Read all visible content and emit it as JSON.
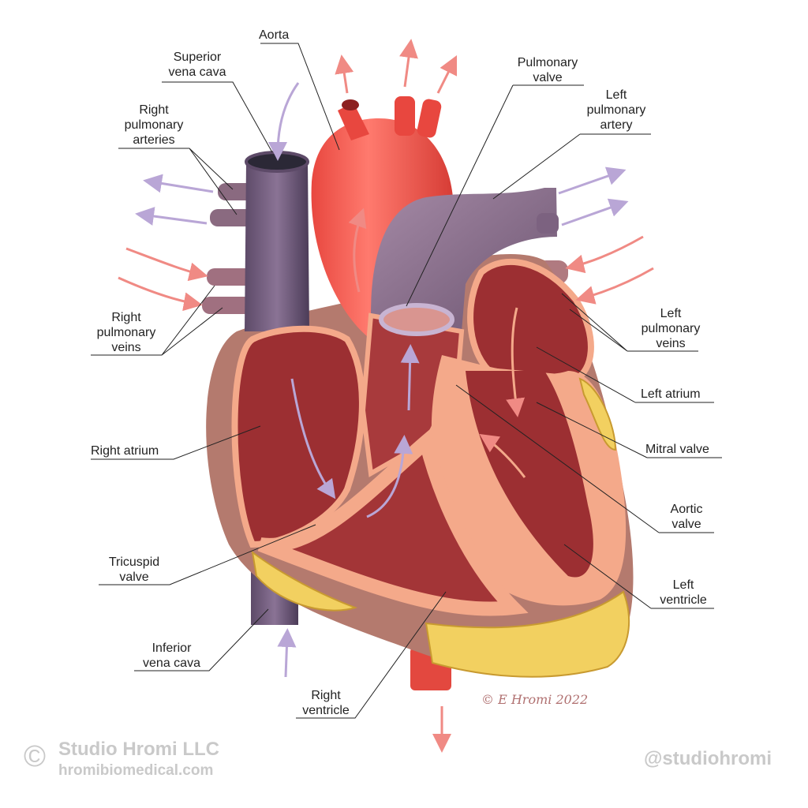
{
  "labels": {
    "aorta": "Aorta",
    "superior_vena_cava": [
      "Superior",
      "vena cava"
    ],
    "right_pulmonary_arteries": [
      "Right",
      "pulmonary",
      "arteries"
    ],
    "pulmonary_valve": [
      "Pulmonary",
      "valve"
    ],
    "left_pulmonary_artery": [
      "Left",
      "pulmonary",
      "artery"
    ],
    "right_pulmonary_veins": [
      "Right",
      "pulmonary",
      "veins"
    ],
    "left_pulmonary_veins": [
      "Left",
      "pulmonary",
      "veins"
    ],
    "left_atrium": "Left atrium",
    "mitral_valve": "Mitral valve",
    "aortic_valve": [
      "Aortic",
      "valve"
    ],
    "left_ventricle": [
      "Left",
      "ventricle"
    ],
    "right_atrium": "Right atrium",
    "tricuspid_valve": [
      "Tricuspid",
      "valve"
    ],
    "inferior_vena_cava": [
      "Inferior",
      "vena cava"
    ],
    "right_ventricle": [
      "Right",
      "ventricle"
    ]
  },
  "watermark": {
    "copyright": "©",
    "studio": "Studio Hromi LLC",
    "website": "hromibiomedical.com",
    "handle": "@studiohromi",
    "signature": "© E Hromi 2022"
  },
  "colors": {
    "oxygenated": "#f0645a",
    "deoxygenated": "#6e5a78",
    "muscle": "#f4a98a",
    "chamber": "#9c2f32",
    "fat": "#f2d060",
    "arrow_blue": "#b9a6d6",
    "arrow_red": "#f08a84"
  }
}
